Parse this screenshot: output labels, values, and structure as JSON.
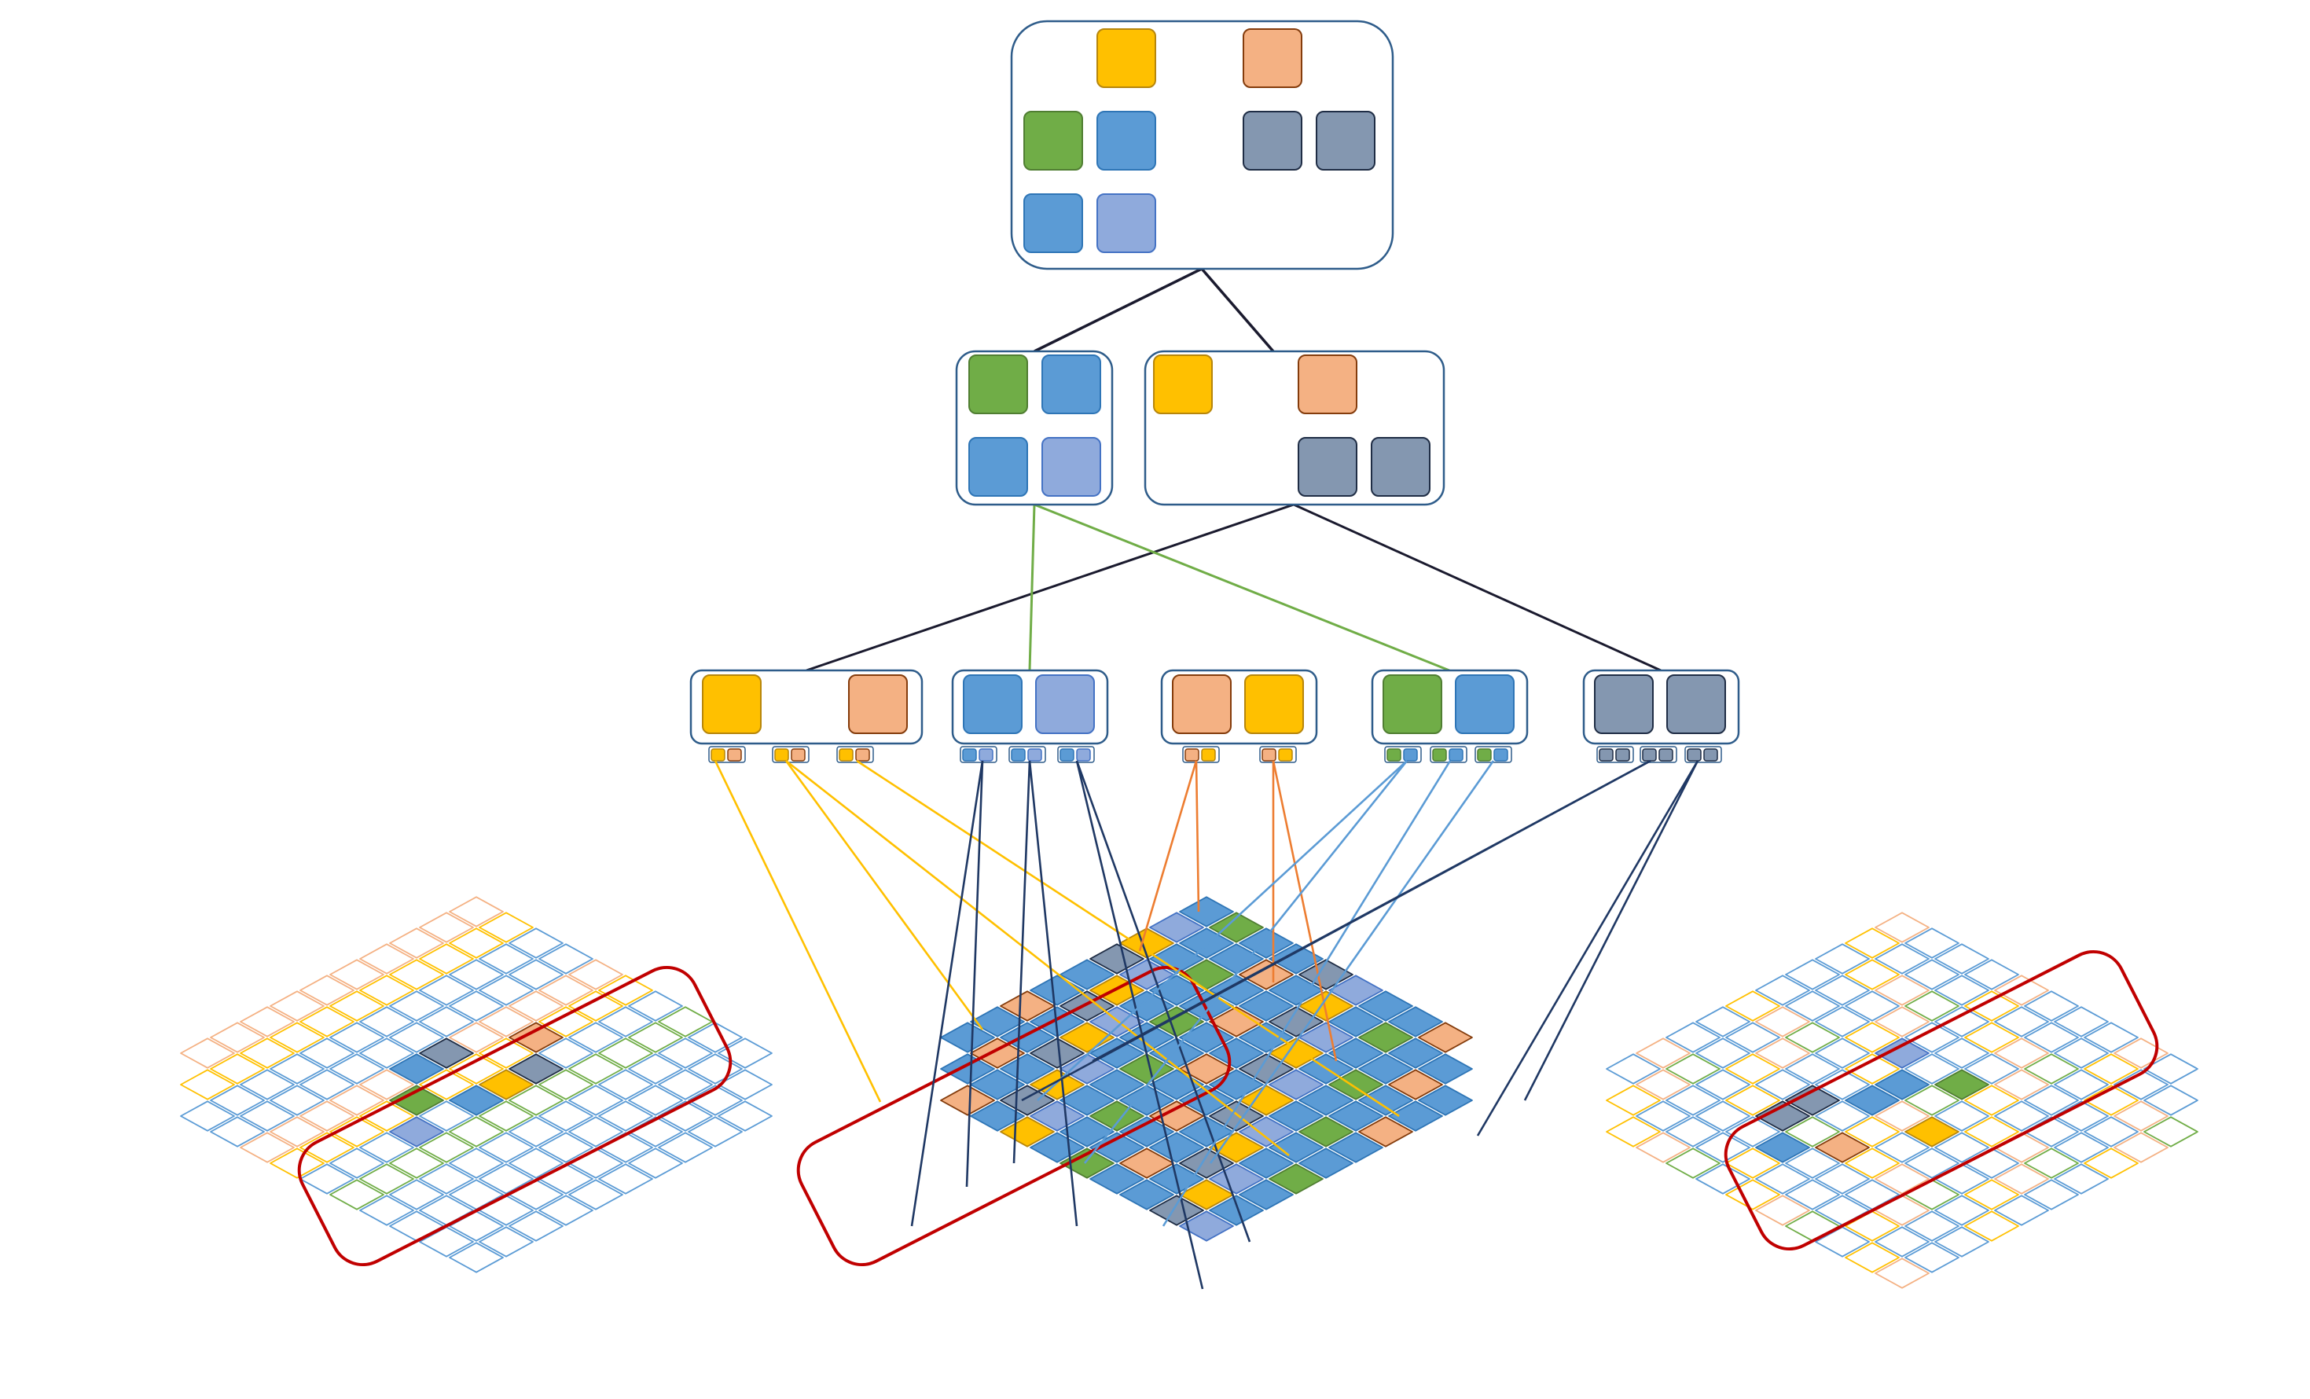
{
  "palette": {
    "yellow": {
      "fill": "#FFC000",
      "stroke": "#B7860B"
    },
    "peach": {
      "fill": "#F4B183",
      "stroke": "#843C0C"
    },
    "green": {
      "fill": "#70AD47",
      "stroke": "#507E32"
    },
    "blue": {
      "fill": "#5B9BD5",
      "stroke": "#2E75B6"
    },
    "lavender": {
      "fill": "#8FAADC",
      "stroke": "#4472C4"
    },
    "slate": {
      "fill": "#8497B0",
      "stroke": "#1F2D45"
    },
    "frame": "#2E5C8A",
    "edge_dark": "#1F3864",
    "edge_green": "#70AD47",
    "edge_black": "#1A1A2E",
    "edge_yellow": "#FFC000",
    "edge_orange": "#ED7D31",
    "edge_blue": "#5B9BD5",
    "selection": "#C00000"
  },
  "hierarchy": {
    "root": {
      "name": "root-node",
      "cells": [
        "",
        "yellow",
        "",
        "peach",
        "",
        "green",
        "blue",
        "",
        "slate",
        "slate",
        "blue",
        "lavender",
        "",
        "",
        ""
      ]
    },
    "level2": [
      {
        "name": "level2-node-left",
        "cells": [
          "green",
          "blue",
          "blue",
          "lavender"
        ]
      },
      {
        "name": "level2-node-right",
        "cells": [
          "yellow",
          "",
          "peach",
          "",
          "",
          "",
          "slate",
          "slate"
        ]
      }
    ],
    "level3": [
      {
        "name": "level3-node-yellow-peach",
        "cells": [
          "yellow",
          "",
          "peach"
        ],
        "subcodes": [
          [
            "yellow",
            "peach"
          ],
          [
            "yellow",
            "peach"
          ],
          [
            "yellow",
            "peach"
          ]
        ]
      },
      {
        "name": "level3-node-blue-lavender",
        "cells": [
          "blue",
          "lavender"
        ],
        "subcodes": [
          [
            "blue",
            "lavender"
          ],
          [
            "blue",
            "lavender"
          ],
          [
            "blue",
            "lavender"
          ]
        ]
      },
      {
        "name": "level3-node-peach-yellow",
        "cells": [
          "peach",
          "yellow"
        ],
        "subcodes": [
          [
            "peach",
            "yellow"
          ],
          [
            "peach",
            "yellow"
          ]
        ]
      },
      {
        "name": "level3-node-green-blue",
        "cells": [
          "green",
          "blue"
        ],
        "subcodes": [
          [
            "green",
            "blue"
          ],
          [
            "green",
            "blue"
          ],
          [
            "green",
            "blue"
          ]
        ]
      },
      {
        "name": "level3-node-slate",
        "cells": [
          "slate",
          "slate"
        ],
        "subcodes": [
          [
            "slate",
            "slate"
          ],
          [
            "slate",
            "slate"
          ],
          [
            "slate",
            "slate"
          ]
        ]
      }
    ]
  },
  "grids": {
    "left": {
      "name": "grid-left",
      "outline_only": true
    },
    "center": {
      "name": "grid-center",
      "outline_only": false
    },
    "right": {
      "name": "grid-right",
      "outline_only": true
    }
  }
}
